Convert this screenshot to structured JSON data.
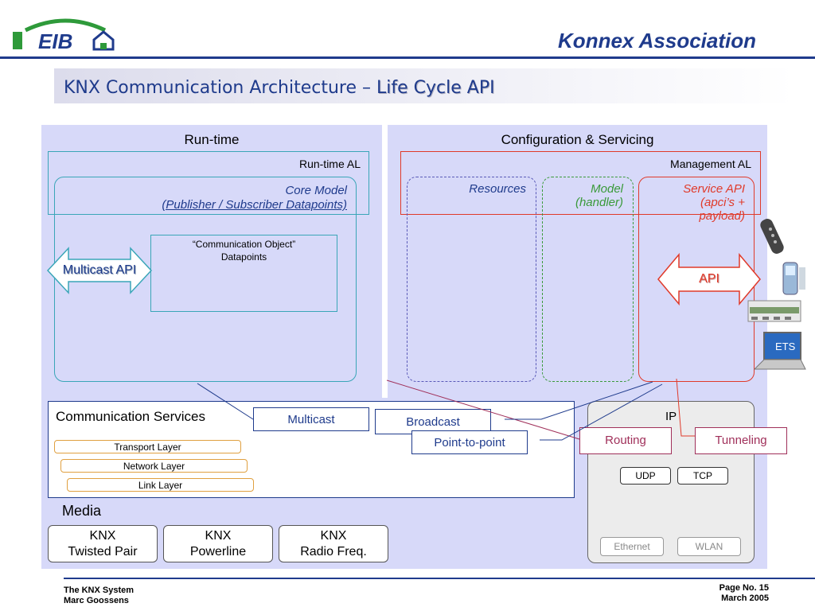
{
  "header": {
    "brand": "Konnex Association",
    "logo_text": "EIB",
    "title_main": "KNX Communication Architecture – ",
    "title_highlight": "Life Cycle API"
  },
  "runtime": {
    "panel_title": "Run-time",
    "al_label": "Run-time AL",
    "core_model_line1": "Core Model",
    "core_model_line2": "(Publisher / Subscriber Datapoints)",
    "comm_object_line1": "“Communication Object”",
    "comm_object_line2": "Datapoints",
    "multicast_api": "Multicast API"
  },
  "config": {
    "panel_title": "Configuration & Servicing",
    "management_al": "Management AL",
    "resources": "Resources",
    "model_line1": "Model",
    "model_line2": "(handler)",
    "service_api_line1": "Service API",
    "service_api_line2": "(apci’s +",
    "service_api_line3": "payload)",
    "api": "API",
    "ets": "ETS"
  },
  "comm_services": {
    "title": "Communication Services",
    "multicast": "Multicast",
    "broadcast": "Broadcast",
    "point_to_point": "Point-to-point",
    "layers": [
      "Transport Layer",
      "Network Layer",
      "Link Layer"
    ]
  },
  "ip": {
    "title": "IP",
    "routing": "Routing",
    "tunneling": "Tunneling",
    "udp": "UDP",
    "tcp": "TCP",
    "ethernet": "Ethernet",
    "wlan": "WLAN"
  },
  "media": {
    "title": "Media",
    "items": [
      {
        "line1": "KNX",
        "line2": "Twisted Pair"
      },
      {
        "line1": "KNX",
        "line2": "Powerline"
      },
      {
        "line1": "KNX",
        "line2": "Radio Freq."
      }
    ]
  },
  "footer": {
    "left_line1": "The KNX System",
    "left_line2": "Marc Goossens",
    "right_line1": "Page No. 15",
    "right_line2": "March 2005"
  },
  "colors": {
    "navy": "#1f3b8c",
    "panel": "#d7d9f9",
    "teal": "#3aa6b8",
    "red": "#e03a2a",
    "green": "#3a9a3a",
    "maroon": "#a0305a",
    "orange": "#e0a040"
  }
}
